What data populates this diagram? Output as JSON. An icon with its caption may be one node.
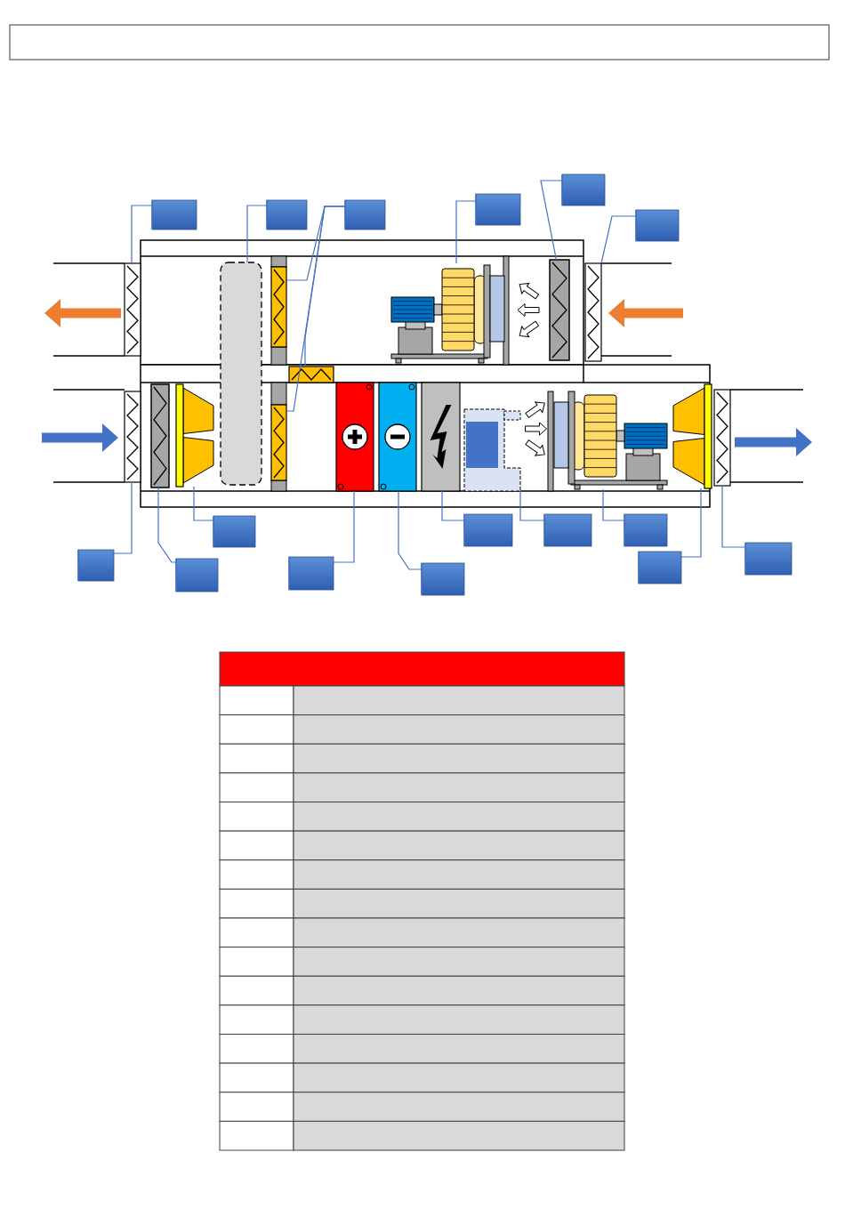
{
  "diagram": {
    "nodes": [
      {
        "text": [],
        "shape": "box"
      },
      {
        "text": [],
        "shape": "box"
      },
      {
        "text": [],
        "shape": "box"
      },
      {
        "text": [],
        "shape": "box"
      },
      {
        "text": [],
        "shape": "box"
      },
      {
        "text": [],
        "shape": "box"
      },
      {
        "text": [],
        "shape": "box"
      },
      {
        "text": [],
        "shape": "box"
      },
      {
        "text": [],
        "shape": "box"
      },
      {
        "text": [],
        "shape": "box"
      },
      {
        "text": [],
        "shape": "box"
      },
      {
        "text": [],
        "shape": "box"
      },
      {
        "text": [],
        "shape": "box"
      },
      {
        "text": [],
        "shape": "box"
      },
      {
        "text": [],
        "shape": "box"
      },
      {
        "text": [],
        "shape": "box"
      },
      {
        "text": [],
        "shape": "box"
      },
      {
        "text": [],
        "shape": "box"
      },
      {
        "text": [],
        "shape": "box"
      },
      {
        "text": [],
        "shape": "box"
      },
      {
        "text": [],
        "shape": "box"
      },
      {
        "text": [],
        "shape": "fan"
      },
      {
        "text": [],
        "shape": "box"
      },
      {
        "text": [],
        "shape": "box"
      },
      {
        "text": [],
        "shape": "box"
      },
      {
        "text": [],
        "shape": "box"
      },
      {
        "text": [],
        "shape": "trapezoid"
      },
      {
        "text": [],
        "shape": "box"
      },
      {
        "text": [],
        "shape": "box"
      },
      {
        "text": [],
        "shape": "box"
      },
      {
        "text": [],
        "shape": "box"
      },
      {
        "text": [],
        "shape": "fan"
      },
      {
        "text": [],
        "shape": "trapezoid"
      },
      {
        "text": [],
        "shape": "box"
      }
    ],
    "edges": [
      {
        "from": 0,
        "to": 16,
        "arrow": "none"
      },
      {
        "from": 1,
        "to": 17,
        "arrow": "none"
      },
      {
        "from": 2,
        "to": 18,
        "arrow": "none"
      },
      {
        "from": 2,
        "to": 19,
        "arrow": "none"
      },
      {
        "from": 2,
        "to": 20,
        "arrow": "none"
      },
      {
        "from": 3,
        "to": 21,
        "arrow": "none"
      },
      {
        "from": 4,
        "to": 22,
        "arrow": "none"
      },
      {
        "from": 5,
        "to": 23,
        "arrow": "none"
      },
      {
        "from": 6,
        "to": 24,
        "arrow": "none"
      },
      {
        "from": 7,
        "to": 25,
        "arrow": "none"
      },
      {
        "from": 8,
        "to": 26,
        "arrow": "none"
      },
      {
        "from": 9,
        "to": 27,
        "arrow": "none"
      },
      {
        "from": 10,
        "to": 28,
        "arrow": "none"
      },
      {
        "from": 11,
        "to": 29,
        "arrow": "none"
      },
      {
        "from": 12,
        "to": 30,
        "arrow": "none"
      },
      {
        "from": 13,
        "to": 31,
        "arrow": "none"
      },
      {
        "from": 14,
        "to": 32,
        "arrow": "none"
      },
      {
        "from": 15,
        "to": 33,
        "arrow": "none"
      },
      {
        "from": 22,
        "to": 21,
        "arrow": "to"
      },
      {
        "from": 30,
        "to": 31,
        "arrow": "to"
      }
    ]
  }
}
